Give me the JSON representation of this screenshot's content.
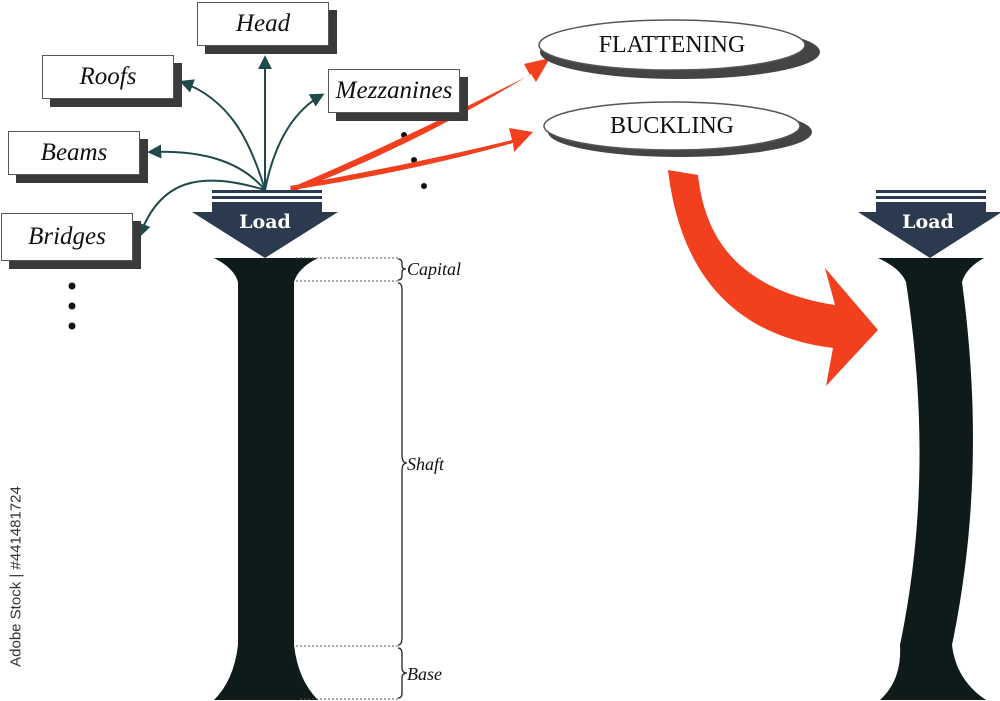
{
  "applications": {
    "head": "Head",
    "roofs": "Roofs",
    "mezzanines": "Mezzanines",
    "beams": "Beams",
    "bridges": "Bridges"
  },
  "failure_modes": {
    "flattening": "FLATTENING",
    "buckling": "BUCKLING"
  },
  "load_label": "Load",
  "column_parts": {
    "capital": "Capital",
    "shaft": "Shaft",
    "base": "Base"
  },
  "watermark": "Adobe Stock | #441481724",
  "colors": {
    "column": "#0f1a1a",
    "load_arrow": "#2b3a4f",
    "red_arrow": "#f2401f",
    "green_arrow": "#1f4a4a"
  }
}
